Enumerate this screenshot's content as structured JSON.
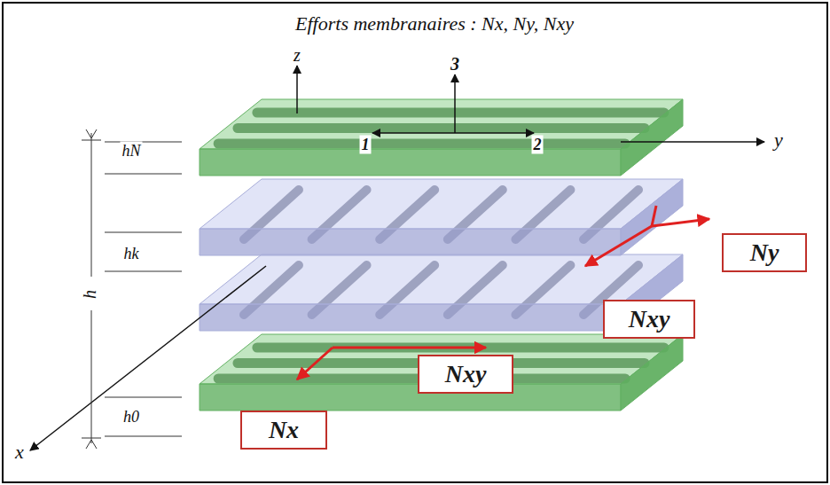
{
  "diagram": {
    "title": "Efforts membranaires : Nx, Ny, Nxy",
    "nodes": [
      {
        "text": [
          "Ny"
        ]
      },
      {
        "text": [
          "Nxy"
        ]
      },
      {
        "text": [
          "Nxy"
        ]
      },
      {
        "text": [
          "Nx"
        ]
      }
    ],
    "labels": [
      "z",
      "3",
      "1",
      "2",
      "y",
      "hN",
      "hk",
      "h",
      "h0",
      "x"
    ]
  }
}
